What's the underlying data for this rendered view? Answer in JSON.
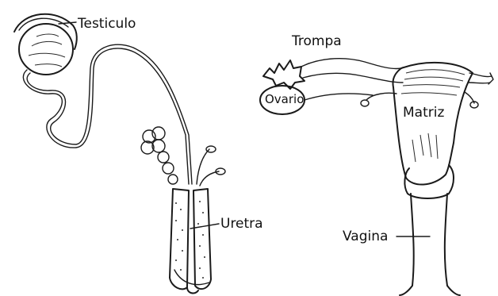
{
  "labels": {
    "testicle": "Testiculo",
    "urethra": "Uretra",
    "tube": "Trompa",
    "ovary": "Ovario",
    "uterus": "Matriz",
    "vagina": "Vagina"
  },
  "colors": {
    "ink": "#1a1a1a",
    "paper": "#ffffff"
  }
}
